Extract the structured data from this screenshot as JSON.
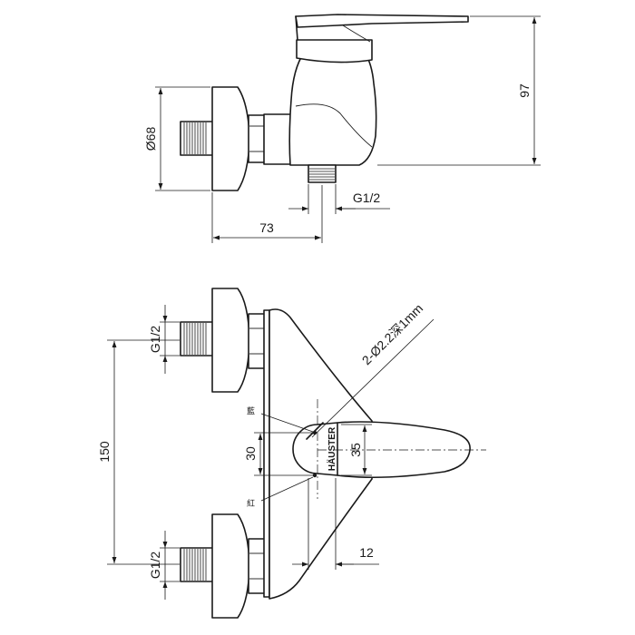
{
  "side_view": {
    "dia_flange": "Ø68",
    "height_total": "97",
    "depth_offset": "73",
    "outlet_thread": "G1/2"
  },
  "front_view": {
    "inlet_top": "G1/2",
    "inlet_bottom": "G1/2",
    "inlet_spacing": "150",
    "hole_note": "2-Ø2.2深1mm",
    "hole_spacing": "30",
    "cartridge_height": "35",
    "hole_offset": "12",
    "label_blue": "藍",
    "label_red": "紅",
    "brand": "HÄUSTER"
  }
}
